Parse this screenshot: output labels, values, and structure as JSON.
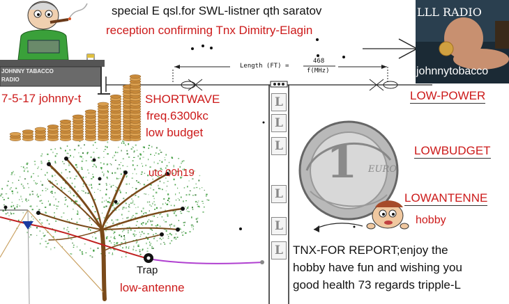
{
  "header": {
    "line1": "special E qsl.for SWL-listner qth  saratov",
    "line2": "reception confirming  Tnx Dimitry-Elagin"
  },
  "radio_badge": {
    "title": "LLL RADIO",
    "name": "johnnytobacco"
  },
  "character_sign": [
    "JOHNNY TABACCO",
    "RADIO"
  ],
  "date_label": "7-5-17  johnny-t",
  "band": {
    "title": "SHORTWAVE",
    "freq": "freq.6300kc",
    "budget": "low budget"
  },
  "utc_label": "utc 00h19",
  "formula": {
    "lhs": "Length (FT) =",
    "numerator": "468",
    "denominator": "f(MHz)"
  },
  "right_labels": {
    "low_power": "LOW-POWER",
    "low_budget": "LOWBUDGET",
    "low_antenne": "LOWANTENNE",
    "hobby": "hobby"
  },
  "coin_text": "EURO",
  "coin_value": "1",
  "ladder_glyph": "L",
  "trap_label": "Trap",
  "low_antenne_label": "low-antenne",
  "message": {
    "line1": "TNX-FOR REPORT;enjoy the",
    "line2": "hobby have fun and  wishing you",
    "line3": "good health   73 regards tripple-L"
  },
  "colors": {
    "red": "#cc1a1a",
    "wire_red": "#c02020",
    "wire_purple": "#b040d0",
    "tree_green": "#3a9a3a",
    "branch_brown": "#7a4a1a"
  }
}
